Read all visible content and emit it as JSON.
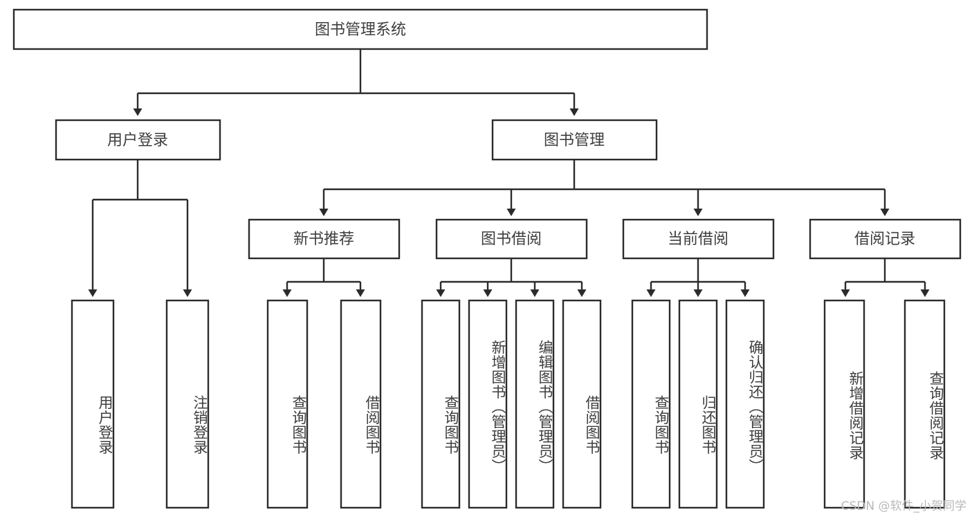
{
  "diagram": {
    "title": "图书管理系统",
    "type": "hierarchy-tree",
    "watermark": "CSDN @软件_小贺同学",
    "colors": {
      "stroke": "#2b2b2b",
      "text": "#3d3d3d",
      "background": "#ffffff",
      "watermark": "#b9b9b9"
    },
    "levels": {
      "root": {
        "label": "图书管理系统"
      },
      "level2": [
        {
          "label": "用户登录"
        },
        {
          "label": "图书管理"
        }
      ],
      "level3": [
        {
          "label": "新书推荐"
        },
        {
          "label": "图书借阅"
        },
        {
          "label": "当前借阅"
        },
        {
          "label": "借阅记录"
        }
      ],
      "leaves": {
        "user_login": [
          {
            "label": "用户登录"
          },
          {
            "label": "注销登录"
          }
        ],
        "new_book": [
          {
            "label": "查询图书"
          },
          {
            "label": "借阅图书"
          }
        ],
        "book_borrow": [
          {
            "label": "查询图书"
          },
          {
            "label": "新增图书（管理员）"
          },
          {
            "label": "编辑图书（管理员）"
          },
          {
            "label": "借阅图书"
          }
        ],
        "current_borrow": [
          {
            "label": "查询图书"
          },
          {
            "label": "归还图书"
          },
          {
            "label": "确认归还（管理员）"
          }
        ],
        "borrow_record": [
          {
            "label": "新增借阅记录"
          },
          {
            "label": "查询借阅记录"
          }
        ]
      }
    }
  }
}
